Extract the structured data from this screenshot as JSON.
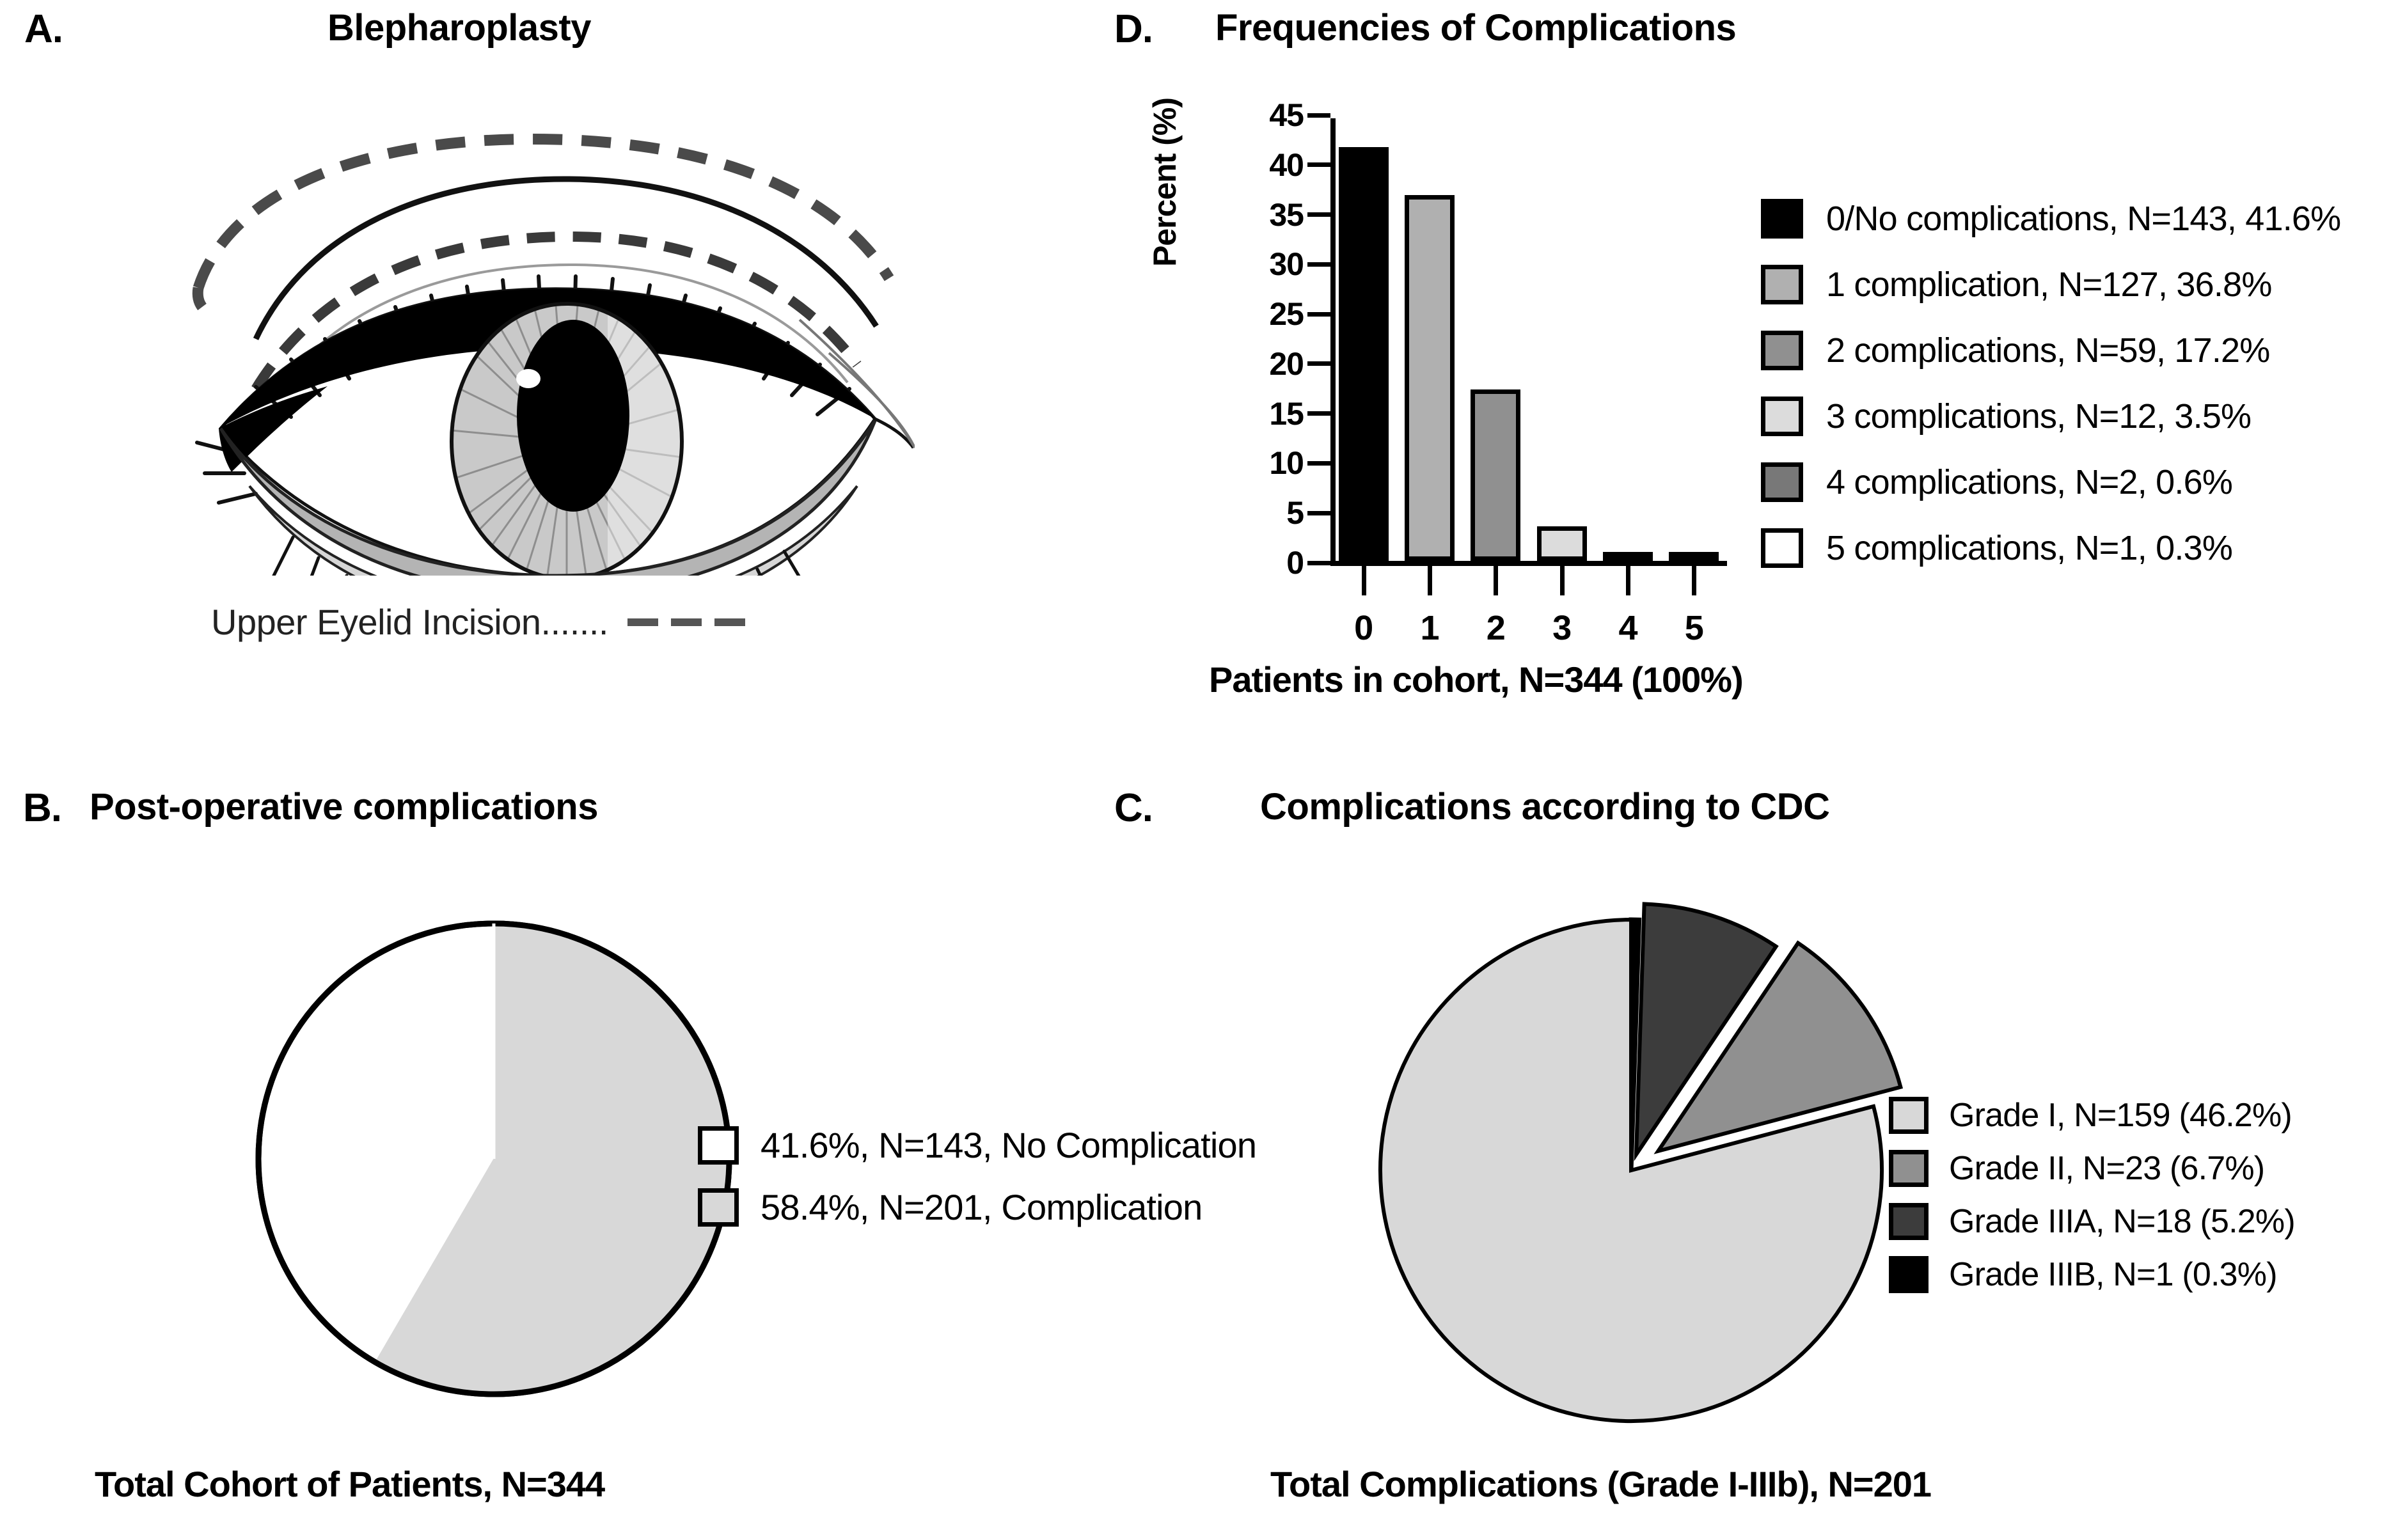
{
  "figure": {
    "panels": {
      "a": {
        "letter": "A.",
        "title": "Blepharoplasty",
        "caption_text": "Upper Eyelid Incision.......",
        "caption_icon": "dashed-line-legend"
      },
      "b": {
        "letter": "B.",
        "title": "Post-operative complications",
        "caption": "Total Cohort of Patients, N=344"
      },
      "c": {
        "letter": "C.",
        "title": "Complications according to CDC",
        "caption": "Total Complications (Grade I-IIIb), N=201"
      },
      "d": {
        "letter": "D.",
        "title": "Frequencies of Complications",
        "caption": "Patients in cohort, N=344 (100%)"
      }
    }
  },
  "chart_data": [
    {
      "panel": "D",
      "type": "bar",
      "title": "Frequencies of Complications",
      "xlabel": "Patients in cohort, N=344 (100%)",
      "ylabel": "Percent (%)",
      "categories": [
        "0",
        "1",
        "2",
        "3",
        "4",
        "5"
      ],
      "values": [
        41.6,
        36.8,
        17.2,
        3.5,
        0.6,
        0.3
      ],
      "counts": [
        143,
        127,
        59,
        12,
        2,
        1
      ],
      "colors": [
        "#000000",
        "#b0b0b0",
        "#909090",
        "#dcdcdc",
        "#787878",
        "#ffffff"
      ],
      "ylim": [
        0,
        45
      ],
      "yticks": [
        "0",
        "5",
        "10",
        "15",
        "20",
        "25",
        "30",
        "35",
        "40",
        "45"
      ],
      "grid": false,
      "legend_position": "right",
      "legend": [
        {
          "label": "0/No complications, N=143, 41.6%",
          "color": "#000000"
        },
        {
          "label": "1 complication, N=127, 36.8%",
          "color": "#b0b0b0"
        },
        {
          "label": "2 complications, N=59, 17.2%",
          "color": "#909090"
        },
        {
          "label": "3 complications, N=12, 3.5%",
          "color": "#dcdcdc"
        },
        {
          "label": "4 complications, N=2, 0.6%",
          "color": "#787878"
        },
        {
          "label": "5 complications, N=1, 0.3%",
          "color": "#ffffff"
        }
      ]
    },
    {
      "panel": "B",
      "type": "pie",
      "title": "Post-operative complications",
      "caption": "Total Cohort of Patients, N=344",
      "legend_position": "right",
      "slices": [
        {
          "label": "58.4%, N=201, Complication",
          "value": 58.4,
          "count": 201,
          "color": "#d8d8d8"
        },
        {
          "label": "41.6%, N=143, No Complication",
          "value": 41.6,
          "count": 143,
          "color": "#ffffff"
        }
      ],
      "legend": [
        {
          "label": "41.6%, N=143, No Complication",
          "color": "#ffffff"
        },
        {
          "label": "58.4%, N=201, Complication",
          "color": "#d8d8d8"
        }
      ]
    },
    {
      "panel": "C",
      "type": "pie",
      "title": "Complications according to CDC",
      "caption": "Total Complications (Grade I-IIIb), N=201",
      "legend_position": "right",
      "slices": [
        {
          "label": "Grade I, N=159 (46.2%)",
          "value": 46.2,
          "count": 159,
          "color": "#d8d8d8",
          "exploded": false
        },
        {
          "label": "Grade II, N=23 (6.7%)",
          "value": 6.7,
          "count": 23,
          "color": "#909090",
          "exploded": true
        },
        {
          "label": "Grade IIIA, N=18 (5.2%)",
          "value": 5.2,
          "count": 18,
          "color": "#3c3c3c",
          "exploded": true
        },
        {
          "label": "Grade IIIB, N=1 (0.3%)",
          "value": 0.3,
          "count": 1,
          "color": "#000000",
          "exploded": true
        }
      ],
      "legend": [
        {
          "label": "Grade I, N=159 (46.2%)",
          "color": "#d8d8d8"
        },
        {
          "label": "Grade II, N=23 (6.7%)",
          "color": "#909090"
        },
        {
          "label": "Grade IIIA, N=18 (5.2%)",
          "color": "#3c3c3c"
        },
        {
          "label": "Grade IIIB, N=1 (0.3%)",
          "color": "#000000"
        }
      ]
    }
  ]
}
